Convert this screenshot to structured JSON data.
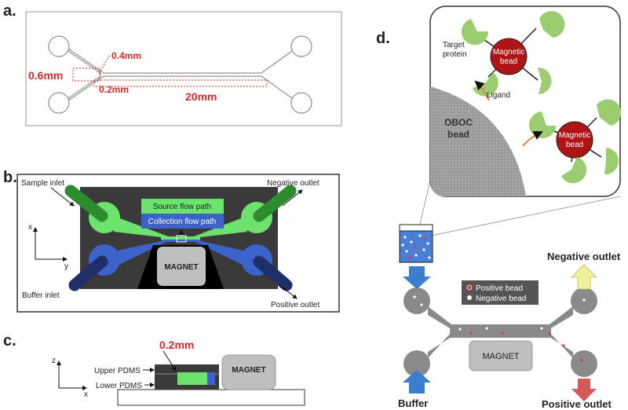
{
  "panels": {
    "a": {
      "letter": "a.",
      "dims": {
        "width": "0.6mm",
        "narrow": "0.4mm",
        "gap": "0.2mm",
        "length": "20mm"
      }
    },
    "b": {
      "letter": "b.",
      "labels": {
        "sample_inlet": "Sample inlet",
        "negative_outlet": "Negative outlet",
        "buffer_inlet": "Buffer inlet",
        "positive_outlet": "Positive outlet",
        "source": "Source flow path",
        "collection": "Collection flow path",
        "magnet": "MAGNET",
        "axis_x": "x",
        "axis_y": "y"
      }
    },
    "c": {
      "letter": "c.",
      "labels": {
        "dim": "0.2mm",
        "upper": "Upper PDMS",
        "lower": "Lower PDMS",
        "magnet": "MAGNET",
        "axis_z": "z",
        "axis_x": "x"
      }
    },
    "d": {
      "letter": "d.",
      "zoom": {
        "target_protein_1": "Target",
        "target_protein_2": "protein",
        "magnetic_bead_1": "Magnetic",
        "magnetic_bead_2": "bead",
        "ligand": "Ligand",
        "oboc_1": "OBOC",
        "oboc_2": "bead"
      },
      "legend": {
        "positive": "Positive bead",
        "negative": "Negative bead"
      },
      "negative_outlet": "Negative outlet",
      "positive_outlet": "Positive outlet",
      "buffer": "Buffer",
      "magnet": "MAGNET"
    }
  },
  "colors": {
    "dim_red": "#d62a2a",
    "chip_dark": "#3a3a3a",
    "green": "#6ce36c",
    "blue": "#3b63c9",
    "navy": "#1f2f6a",
    "magnet_gray": "#bfbfbf",
    "channel_gray": "#8a8a8a",
    "bead_red": "#b01515",
    "protein_green": "#9ccc70"
  }
}
